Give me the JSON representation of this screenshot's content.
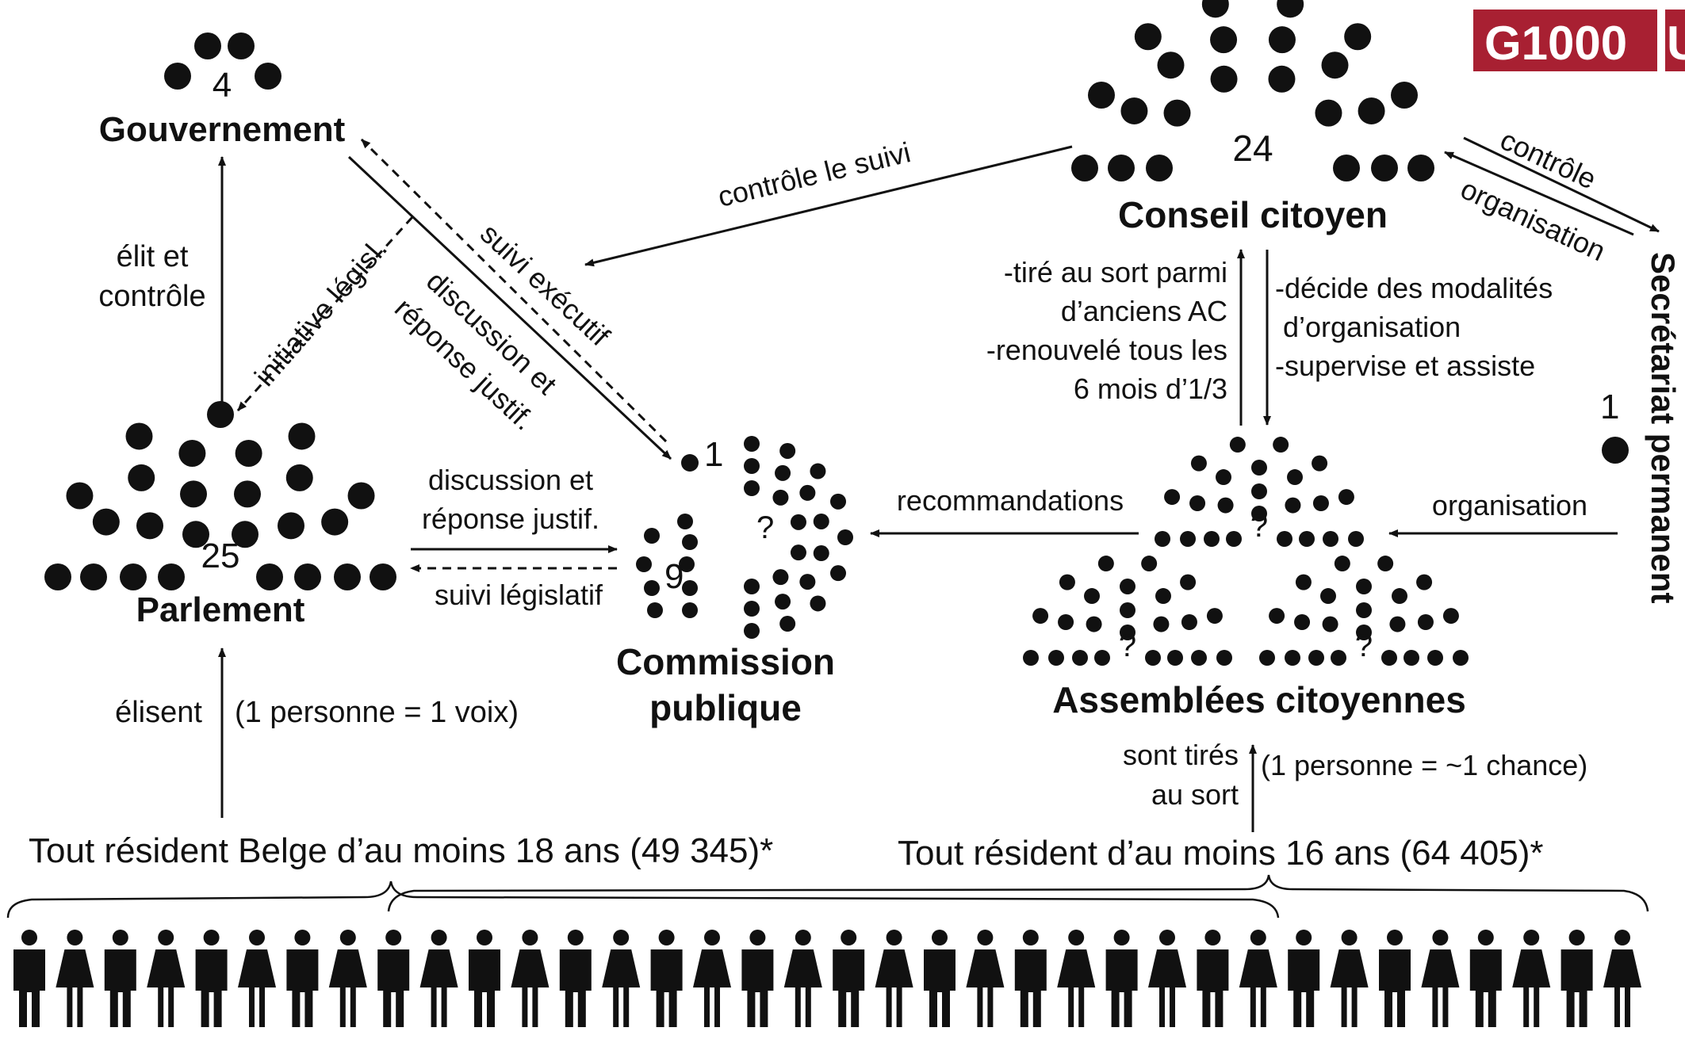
{
  "logo": {
    "text": "G1000",
    "tail": "U",
    "color": "#a82032"
  },
  "nodes": {
    "gouvernement": {
      "label": "Gouvernement",
      "count": "4"
    },
    "parlement": {
      "label": "Parlement",
      "count": "25"
    },
    "commission": {
      "label_line1": "Commission",
      "label_line2": "publique",
      "count_top": "1",
      "count_main": "9",
      "unknown": "?"
    },
    "conseil": {
      "label": "Conseil citoyen",
      "count": "24"
    },
    "assemblees": {
      "label": "Assemblées citoyennes",
      "unknown": "?"
    },
    "secretariat": {
      "label": "Secrétariat permanent",
      "count": "1"
    }
  },
  "edges": {
    "elit_controle": [
      "élit et",
      "contrôle"
    ],
    "initiative": "initiative législ.",
    "discussion_diag": [
      "discussion et",
      "réponse justif."
    ],
    "suivi_executif": "suivi exécutif",
    "controle_suivi": "contrôle le suivi",
    "discussion_h": [
      "discussion et",
      "réponse justif."
    ],
    "suivi_legislatif": "suivi législatif",
    "controle": "contrôle",
    "organisation_diag": "organisation",
    "recommandations": "recommandations",
    "organisation": "organisation",
    "conseil_left": [
      "-tiré au sort parmi",
      "d’anciens AC",
      "-renouvelé tous les",
      "6 mois d’1/3"
    ],
    "conseil_right": [
      "-décide des modalités",
      " d’organisation",
      "-supervise et assiste"
    ],
    "elisent": "élisent",
    "une_voix": "(1 personne = 1 voix)",
    "tires_au_sort": [
      "sont tirés",
      "au sort"
    ],
    "une_chance": "(1 personne = ~1 chance)"
  },
  "population": {
    "belge": "Tout résident Belge d’au moins 18 ans (49 345)*",
    "seize": "Tout résident d’au moins 16 ans (64 405)*"
  }
}
